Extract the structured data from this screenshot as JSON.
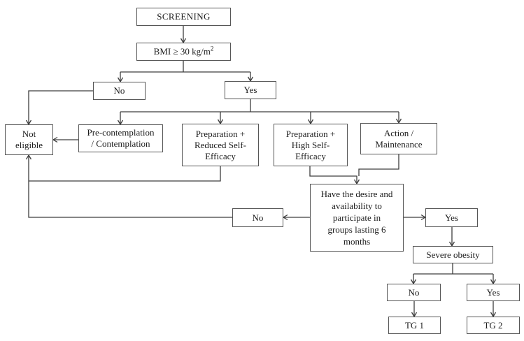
{
  "flowchart": {
    "nodes": {
      "screening": {
        "label": "SCREENING"
      },
      "bmi": {
        "label": "BMI ≥ 30 kg/m",
        "sup": "2"
      },
      "no_bmi": {
        "label": "No"
      },
      "yes_bmi": {
        "label": "Yes"
      },
      "not_eligible": {
        "label": "Not\neligible"
      },
      "precontemplation": {
        "label": "Pre-contemplation\n/ Contemplation"
      },
      "prep_reduced": {
        "label": "Preparation +\nReduced Self-\nEfficacy"
      },
      "prep_high": {
        "label": "Preparation +\nHigh Self-\nEfficacy"
      },
      "action_maintenance": {
        "label": "Action /\nMaintenance"
      },
      "desire": {
        "label": "Have the desire and\navailability to\nparticipate in\ngroups lasting 6\nmonths"
      },
      "no_desire": {
        "label": "No"
      },
      "yes_desire": {
        "label": "Yes"
      },
      "severe_obesity": {
        "label": "Severe obesity"
      },
      "no_severe": {
        "label": "No"
      },
      "yes_severe": {
        "label": "Yes"
      },
      "tg1": {
        "label": "TG 1"
      },
      "tg2": {
        "label": "TG 2"
      }
    },
    "edges": [
      {
        "from": "screening",
        "to": "bmi"
      },
      {
        "from": "bmi",
        "to": "no_bmi"
      },
      {
        "from": "bmi",
        "to": "yes_bmi"
      },
      {
        "from": "no_bmi",
        "to": "not_eligible"
      },
      {
        "from": "yes_bmi",
        "to": "precontemplation"
      },
      {
        "from": "yes_bmi",
        "to": "prep_reduced"
      },
      {
        "from": "yes_bmi",
        "to": "prep_high"
      },
      {
        "from": "yes_bmi",
        "to": "action_maintenance"
      },
      {
        "from": "precontemplation",
        "to": "not_eligible"
      },
      {
        "from": "prep_reduced",
        "to": "not_eligible"
      },
      {
        "from": "prep_high",
        "to": "desire"
      },
      {
        "from": "action_maintenance",
        "to": "desire"
      },
      {
        "from": "desire",
        "to": "no_desire"
      },
      {
        "from": "desire",
        "to": "yes_desire"
      },
      {
        "from": "no_desire",
        "to": "not_eligible"
      },
      {
        "from": "yes_desire",
        "to": "severe_obesity"
      },
      {
        "from": "severe_obesity",
        "to": "no_severe"
      },
      {
        "from": "severe_obesity",
        "to": "yes_severe"
      },
      {
        "from": "no_severe",
        "to": "tg1"
      },
      {
        "from": "yes_severe",
        "to": "tg2"
      }
    ],
    "colors": {
      "line": "#3d3d3d",
      "box_border": "#565656",
      "text": "#1c1c1c",
      "background": "#ffffff"
    }
  }
}
